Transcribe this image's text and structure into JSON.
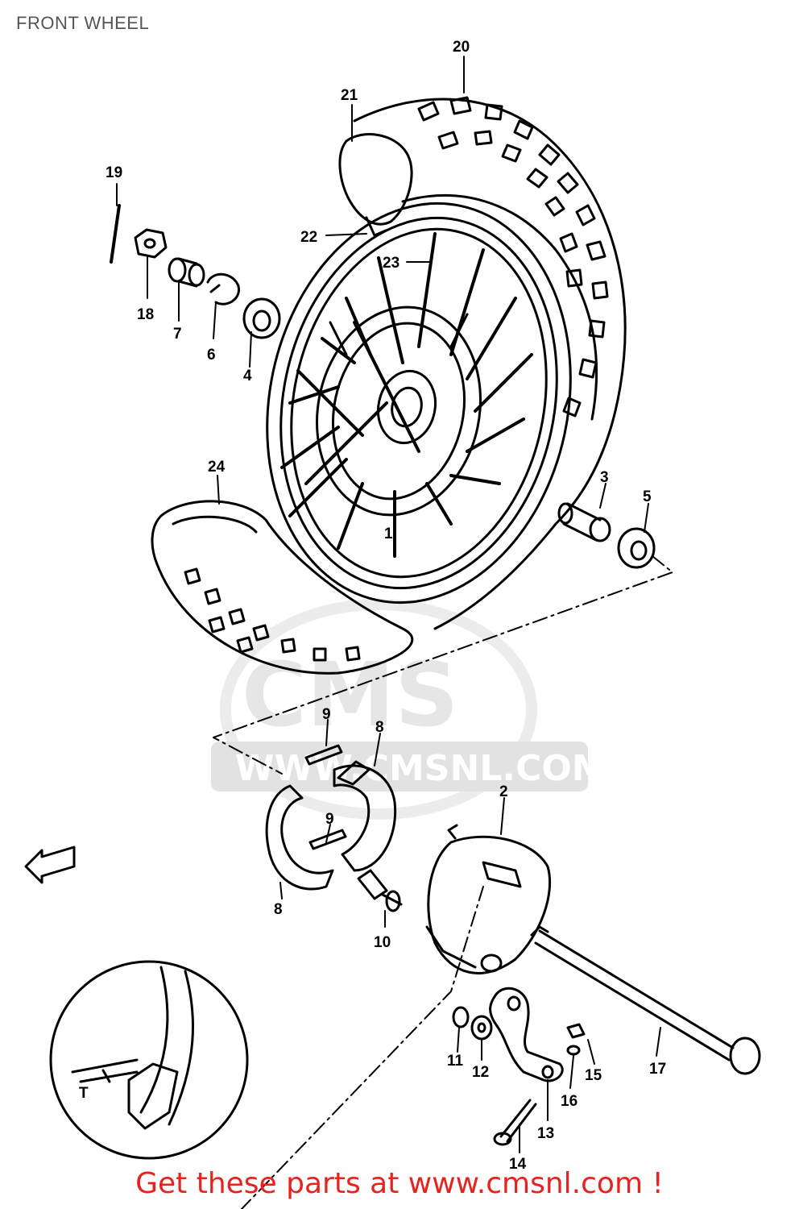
{
  "title": "FRONT WHEEL",
  "watermark": {
    "logo": "CMS",
    "url": "WWW.CMSNL.COM"
  },
  "footer": "Get these parts at www.cmsnl.com !",
  "callouts": {
    "c20": "20",
    "c21": "21",
    "c19": "19",
    "c22": "22",
    "c23": "23",
    "c18": "18",
    "c7": "7",
    "c6": "6",
    "c4": "4",
    "c24": "24",
    "c3": "3",
    "c5": "5",
    "c1": "1",
    "c9a": "9",
    "c8a": "8",
    "c9b": "9",
    "c8b": "8",
    "c2": "2",
    "c10": "10",
    "c11": "11",
    "c12": "12",
    "c17": "17",
    "c15": "15",
    "c16": "16",
    "c13": "13",
    "c14": "14",
    "detail_T": "T"
  },
  "colors": {
    "ink": "#000000",
    "watermark": "#e6e6e6",
    "footer": "#e8231f"
  }
}
